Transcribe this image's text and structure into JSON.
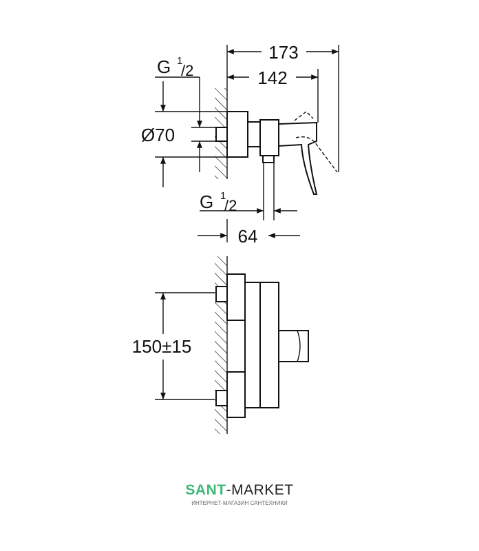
{
  "dimensions": {
    "overall_depth": "173",
    "body_depth": "142",
    "thread_top": "G",
    "thread_top_fraction_num": "1",
    "thread_top_fraction_den": "/2",
    "diameter": "Ø70",
    "thread_bottom": "G",
    "thread_bottom_fraction_num": "1",
    "thread_bottom_fraction_den": "/2",
    "outlet_offset": "64",
    "inlet_spacing": "150±15"
  },
  "logo": {
    "part1": "SANT",
    "part2": "-MARKET",
    "subtitle": "ИНТЕРНЕТ-МАГАЗИН САНТЕХНИКИ",
    "color1": "#3cb878",
    "color2": "#222222"
  }
}
